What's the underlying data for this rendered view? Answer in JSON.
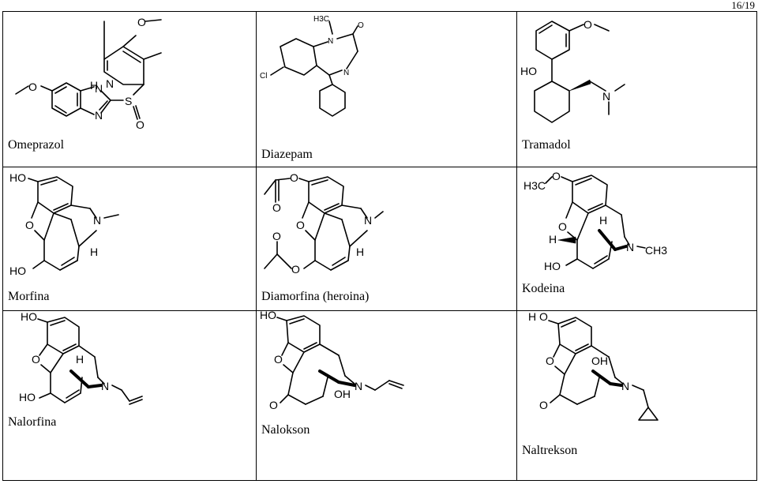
{
  "page_number": "16/19",
  "cells": [
    {
      "name": "Omeprazol"
    },
    {
      "name": "Diazepam"
    },
    {
      "name": "Tramadol"
    },
    {
      "name": "Morfina"
    },
    {
      "name": "Diamorfina (heroina)"
    },
    {
      "name": "Kodeina"
    },
    {
      "name": "Nalorfina"
    },
    {
      "name": "Nalokson"
    },
    {
      "name": "Naltrekson"
    }
  ],
  "atom_labels": {
    "O": "O",
    "N": "N",
    "H": "H",
    "S": "S",
    "Cl": "Cl",
    "HO": "HO",
    "OH": "OH",
    "H3C": "H3C",
    "CH3": "CH3",
    "H_O": "H O"
  }
}
